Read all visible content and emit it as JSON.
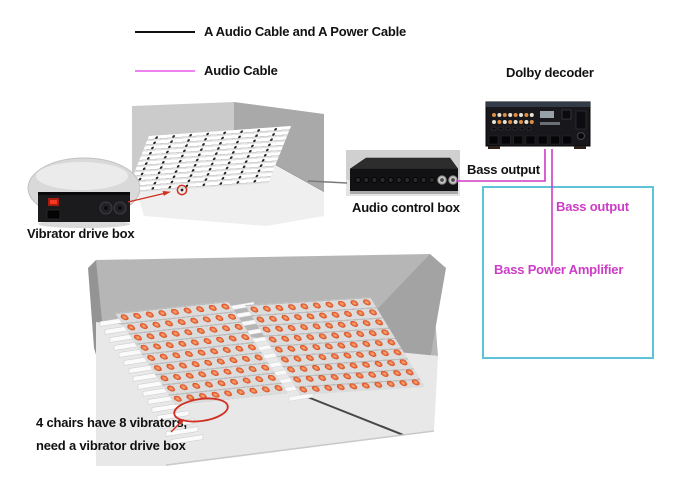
{
  "legend": {
    "items": [
      {
        "name": "audio-and-power-cable",
        "label": "A Audio Cable and A Power Cable",
        "line_color": "#111111"
      },
      {
        "name": "audio-cable",
        "label": "Audio Cable",
        "line_color": "#ee82ee"
      }
    ]
  },
  "devices": {
    "dolby_decoder": {
      "label": "Dolby decoder"
    },
    "audio_control_box": {
      "label": "Audio control box"
    },
    "vibrator_drive_box": {
      "label": "Vibrator drive box"
    },
    "bass_power_amplifier": {
      "label": "Bass Power Amplifier"
    }
  },
  "wiring": {
    "bass_output_decoder_label": "Bass output",
    "bass_output_amplifier_label": "Bass output"
  },
  "annotation": {
    "line1": "4 chairs have 8 vibrators,",
    "line2": "need a vibrator drive box"
  },
  "colors": {
    "audio_cable_magenta": "#cd3cc6",
    "legend_audio_cable_line": "#ee82ee",
    "audio_power_cable_black": "#111111",
    "amplifier_box_border_cyan": "#5ec3d6",
    "annotation_red": "#d03020",
    "seat_orange": "#ec6a38"
  }
}
